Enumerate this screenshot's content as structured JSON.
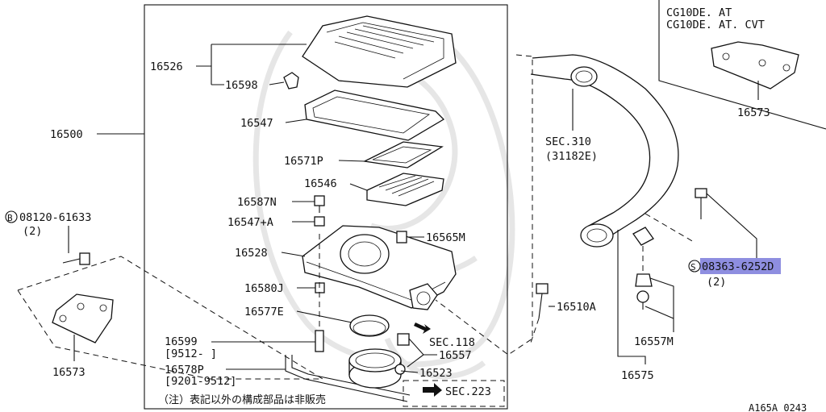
{
  "labels": {
    "p16500": "16500",
    "p16526": "16526",
    "p16598": "16598",
    "p16547": "16547",
    "p16571P": "16571P",
    "p16546": "16546",
    "p16587N": "16587N",
    "p16547A": "16547+A",
    "p16528": "16528",
    "p16565M": "16565M",
    "p16580J": "16580J",
    "p16577E": "16577E",
    "p16599": "16599",
    "p16599_range": "[9512-     ]",
    "p16578P": "16578P",
    "p16578P_range": "[9201-9512]",
    "p16557": "16557",
    "p16523": "16523",
    "sec118": "SEC.118",
    "sec223": "SEC.223",
    "sec310": "SEC.310",
    "sec310_sub": "(31182E)",
    "p16510A": "16510A",
    "p16575": "16575",
    "p16557M": "16557M",
    "bolt_b_marker": "B",
    "bolt_b_num": "08120-61633",
    "bolt_b_qty": "(2)",
    "screw_s_marker": "S",
    "screw_s_num_hl": "08363-62",
    "screw_s_num_rest": "52D",
    "screw_s_qty": "(2)",
    "p16573_left": "16573",
    "p16573_right": "16573",
    "variant_line1": "CG10DE. AT",
    "variant_line2": "CG10DE. AT. CVT",
    "note": "（注）表記以外の構成部品は非販売",
    "figure_code": "A165A 0243"
  },
  "colors": {
    "highlight": "#8e8ee0",
    "line": "#111111",
    "watermark": "#e6e6e6"
  }
}
